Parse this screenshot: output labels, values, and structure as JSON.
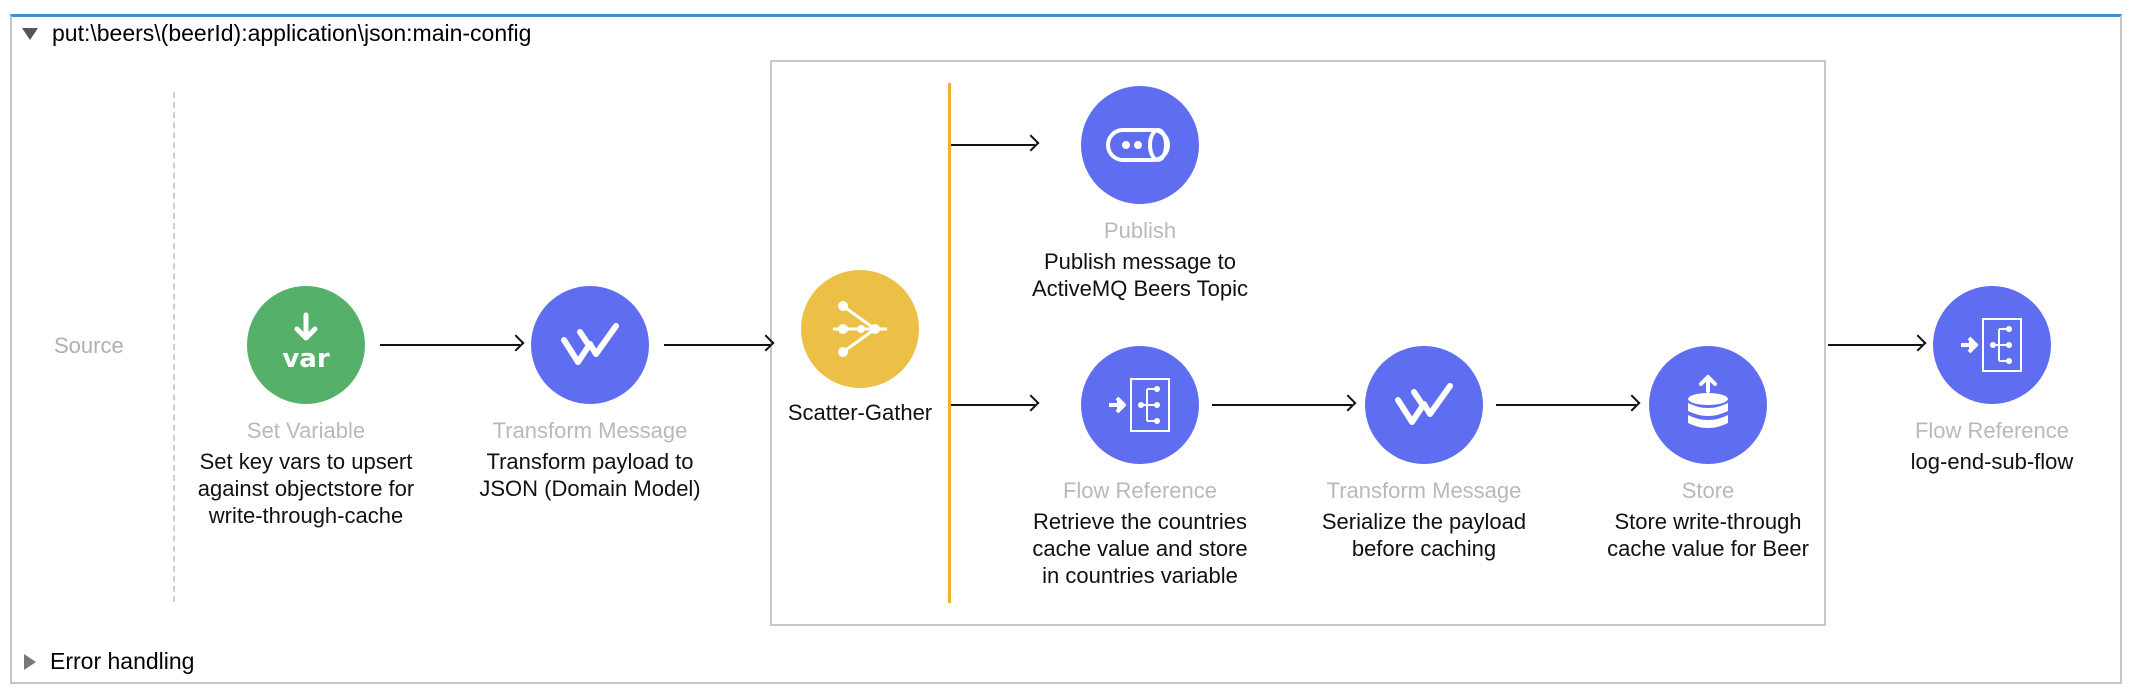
{
  "flow": {
    "title": "put:\\beers\\(beerId):application\\json:main-config",
    "source_label": "Source",
    "error_handling_label": "Error handling"
  },
  "colors": {
    "accent_blue": "#5f6ef0",
    "green": "#55b06a",
    "yellow": "#ecc046",
    "scatter_bar": "#f0b429",
    "frame_top": "#3d8fd6"
  },
  "nodes": {
    "set_variable": {
      "type": "Set Variable",
      "icon": "var-icon",
      "icon_text": "var",
      "description": "Set key vars to upsert against objectstore for write-through-cache"
    },
    "transform_1": {
      "type": "Transform Message",
      "icon": "dataweave-icon",
      "description": "Transform payload to JSON (Domain Model)"
    },
    "scatter_gather": {
      "title": "Scatter-Gather",
      "icon": "scatter-gather-icon"
    },
    "publish": {
      "type": "Publish",
      "icon": "jms-publish-icon",
      "description": "Publish message to ActiveMQ Beers Topic"
    },
    "flow_ref_1": {
      "type": "Flow Reference",
      "icon": "flow-reference-icon",
      "description": "Retrieve the countries cache value and store in countries variable"
    },
    "transform_2": {
      "type": "Transform Message",
      "icon": "dataweave-icon",
      "description": "Serialize the payload before caching"
    },
    "store": {
      "type": "Store",
      "icon": "object-store-icon",
      "description": "Store write-through cache value for Beer"
    },
    "flow_ref_end": {
      "type": "Flow Reference",
      "icon": "flow-reference-icon",
      "description": "log-end-sub-flow"
    }
  }
}
